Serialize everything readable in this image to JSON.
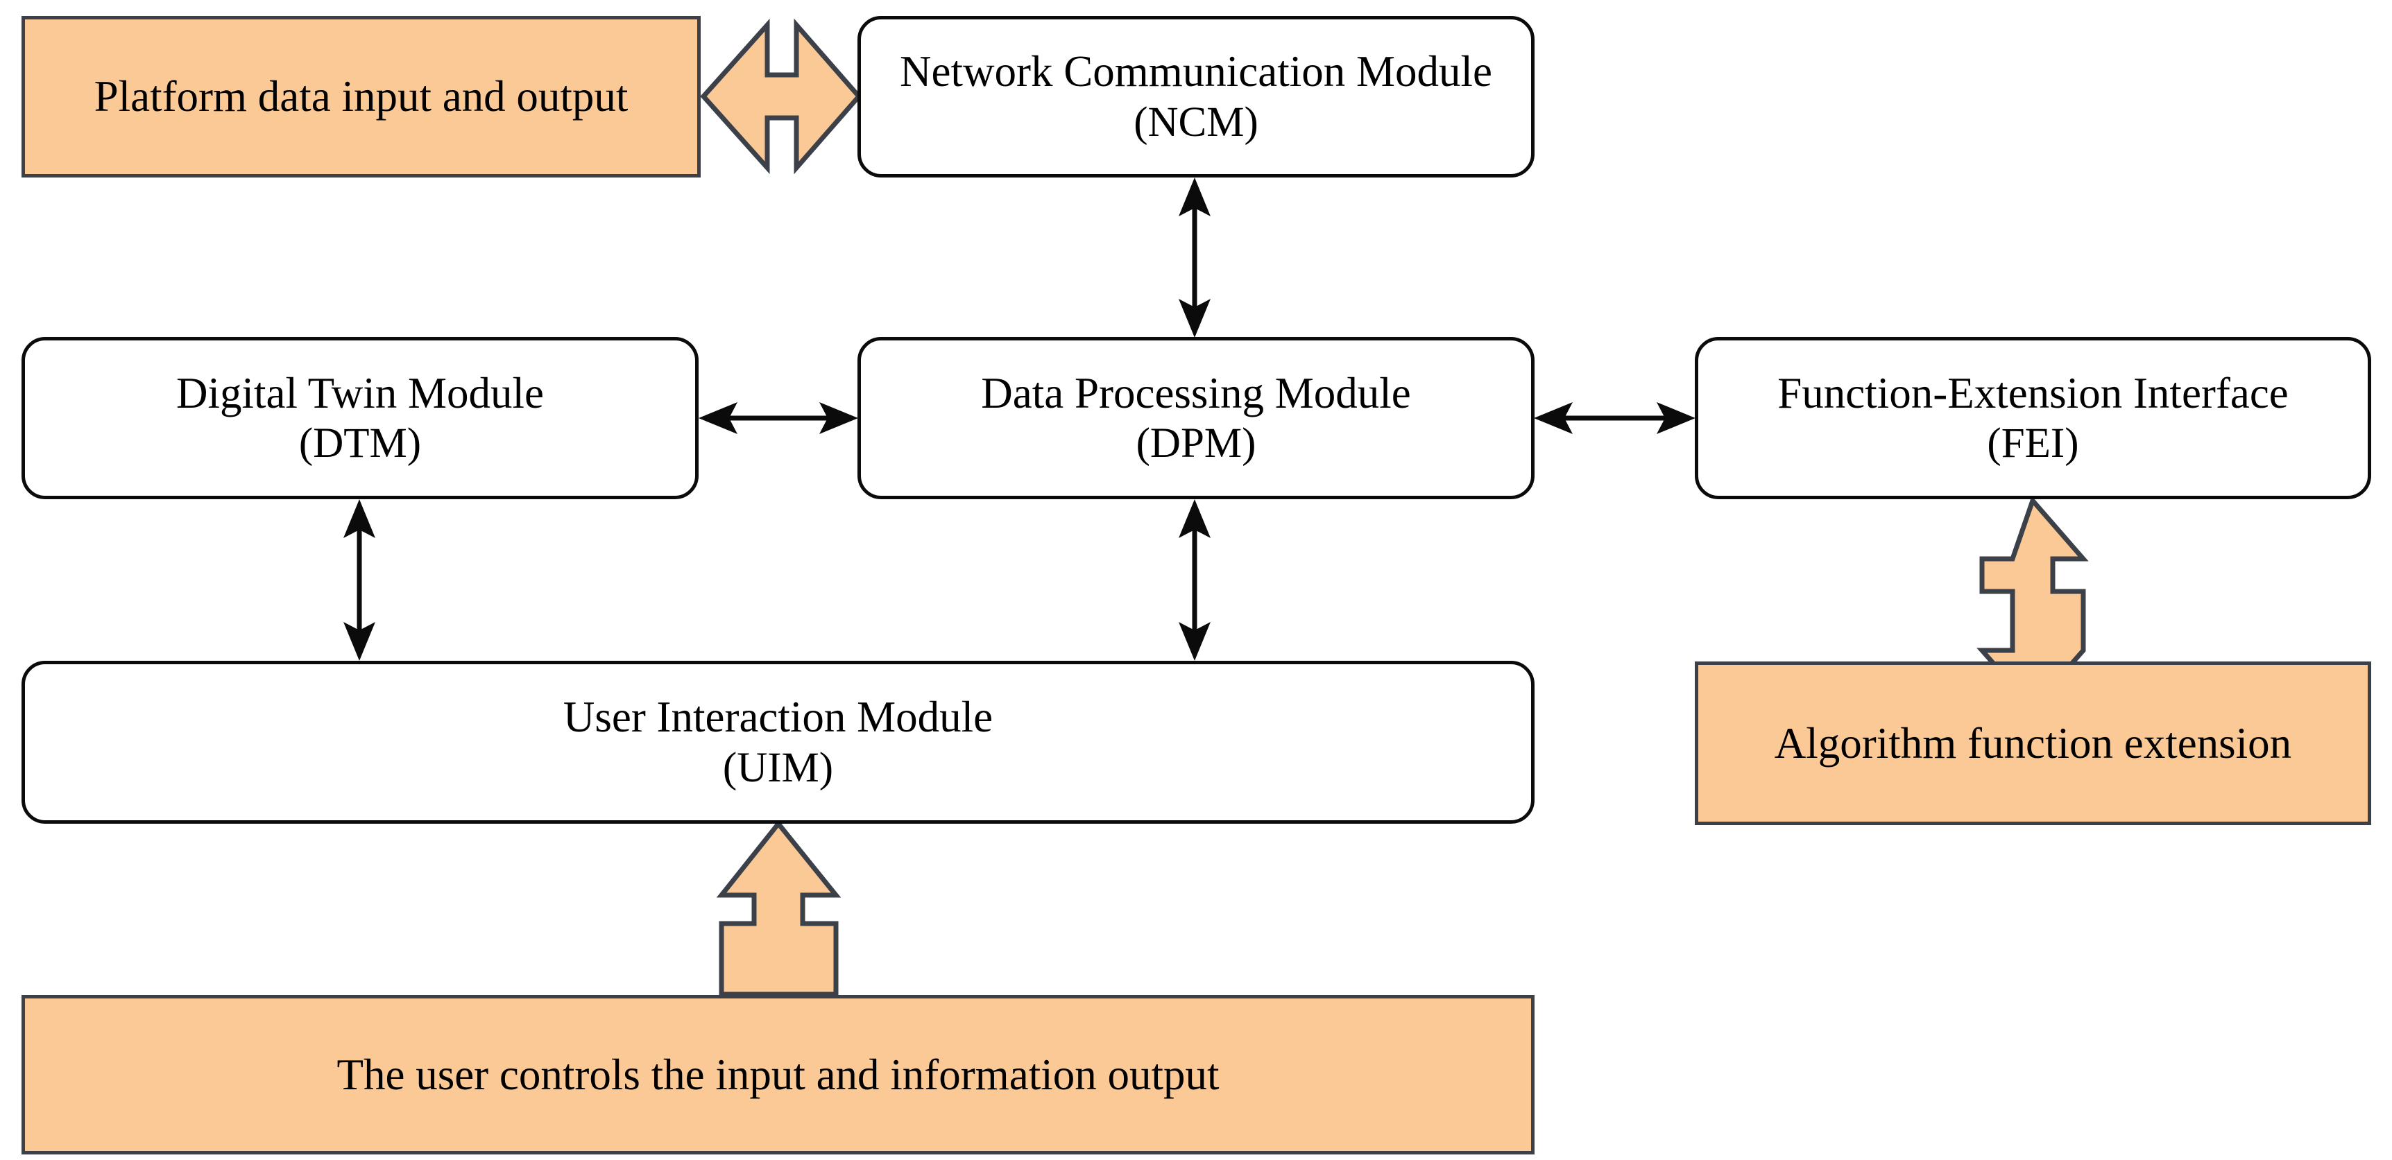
{
  "diagram": {
    "title": "System architecture block diagram",
    "colors": {
      "external_fill": "#fac995",
      "external_border": "#3c4049",
      "module_fill": "#ffffff",
      "module_border": "#0b0b0b",
      "arrow_black": "#0b0b0b",
      "arrow_orange": "#fac995"
    },
    "nodes": {
      "platform_io": {
        "label": "Platform data input and output",
        "type": "external-block"
      },
      "ncm": {
        "line1": "Network Communication Module",
        "line2": "(NCM)",
        "abbr": "NCM",
        "type": "module"
      },
      "dtm": {
        "line1": "Digital Twin Module",
        "line2": "(DTM)",
        "abbr": "DTM",
        "type": "module"
      },
      "dpm": {
        "line1": "Data Processing Module",
        "line2": "(DPM)",
        "abbr": "DPM",
        "type": "module"
      },
      "fei": {
        "line1": "Function-Extension Interface",
        "line2": "(FEI)",
        "abbr": "FEI",
        "type": "module"
      },
      "uim": {
        "line1": "User Interaction Module",
        "line2": "(UIM)",
        "abbr": "UIM",
        "type": "module"
      },
      "algorithm_extension": {
        "label": "Algorithm function extension",
        "type": "external-block"
      },
      "user_control": {
        "label": "The user controls the input and information output",
        "type": "external-block"
      }
    },
    "connectors": [
      {
        "name": "platform-io-to-ncm",
        "from": "platform_io",
        "to": "ncm",
        "style": "orange-double-arrow",
        "orientation": "horizontal"
      },
      {
        "name": "ncm-to-dpm",
        "from": "ncm",
        "to": "dpm",
        "style": "black-double-arrow",
        "orientation": "vertical"
      },
      {
        "name": "dtm-to-dpm",
        "from": "dtm",
        "to": "dpm",
        "style": "black-double-arrow",
        "orientation": "horizontal"
      },
      {
        "name": "dpm-to-fei",
        "from": "dpm",
        "to": "fei",
        "style": "black-double-arrow",
        "orientation": "horizontal"
      },
      {
        "name": "dtm-to-uim",
        "from": "dtm",
        "to": "uim",
        "style": "black-double-arrow",
        "orientation": "vertical"
      },
      {
        "name": "dpm-to-uim",
        "from": "dpm",
        "to": "uim",
        "style": "black-double-arrow",
        "orientation": "vertical"
      },
      {
        "name": "fei-to-algorithm-extension",
        "from": "fei",
        "to": "algorithm_extension",
        "style": "orange-double-arrow",
        "orientation": "vertical"
      },
      {
        "name": "uim-to-user-control",
        "from": "uim",
        "to": "user_control",
        "style": "orange-double-arrow",
        "orientation": "vertical"
      }
    ]
  }
}
